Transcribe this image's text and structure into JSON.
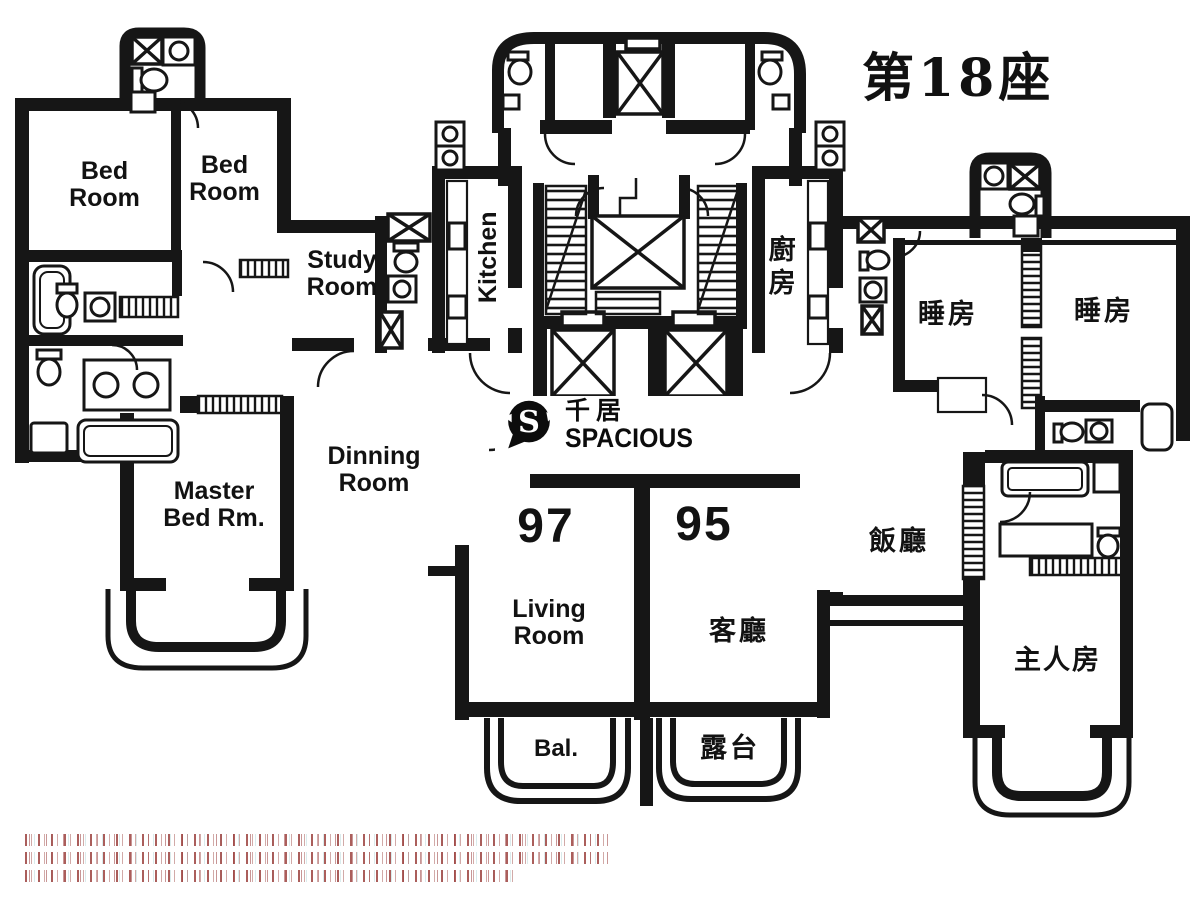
{
  "title": "第18座",
  "watermark": {
    "logo_letter": "S",
    "name_cjk": "千居",
    "name_latin": "SPACIOUS"
  },
  "units": [
    {
      "number": "97",
      "rooms": {
        "bedroom1": "Bed Room",
        "bedroom2": "Bed Room",
        "study": "Study Room",
        "kitchen": "Kitchen",
        "master_bedroom": "Master Bed Rm.",
        "dining": "Dinning Room",
        "living": "Living Room",
        "balcony": "Bal."
      }
    },
    {
      "number": "95",
      "rooms": {
        "kitchen": "廚房",
        "bedroom1": "睡房",
        "bedroom2": "睡房",
        "dining": "飯廳",
        "living": "客廳",
        "master_bedroom": "主人房",
        "balcony": "露台"
      }
    }
  ],
  "footnote": {
    "legibility": "illegible",
    "color": "#9b3c38"
  },
  "colors": {
    "wall": "#161616",
    "background": "#ffffff"
  }
}
